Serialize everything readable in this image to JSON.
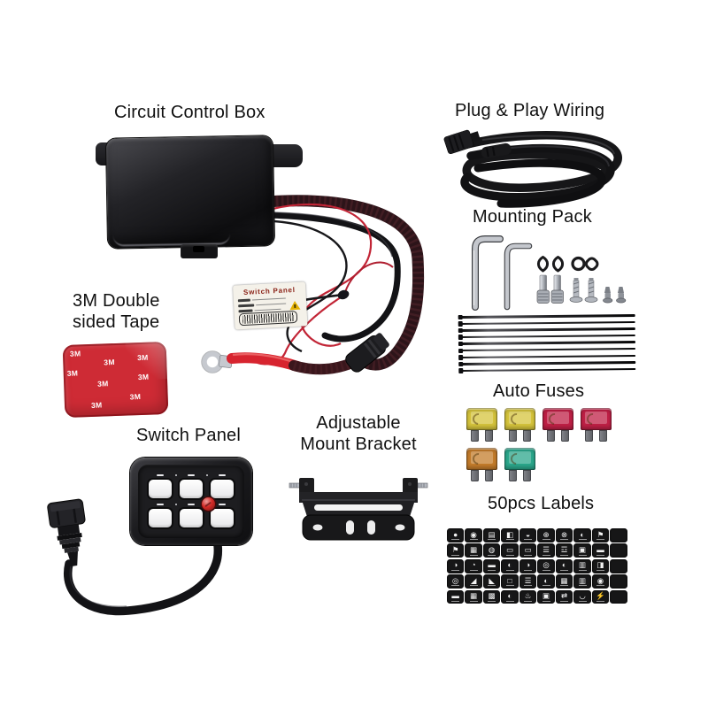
{
  "kit": {
    "control_box": {
      "title": "Circuit Control Box",
      "label_heading": "Switch Panel"
    },
    "wiring": {
      "title": "Plug & Play Wiring"
    },
    "mounting_pack": {
      "title": "Mounting Pack",
      "zip_ties": [
        "",
        "",
        "",
        "",
        "",
        "",
        "",
        "",
        ""
      ]
    },
    "tape": {
      "title_line1": "3M Double",
      "title_line2": "sided Tape",
      "color": "#ce2b35",
      "marks": [
        "3M",
        "3M",
        "3M",
        "3M",
        "3M",
        "3M",
        "3M",
        "3M"
      ]
    },
    "switch_panel": {
      "title": "Switch Panel",
      "power_button_color": "#d42a26"
    },
    "bracket": {
      "title_line1": "Adjustable",
      "title_line2": "Mount Bracket"
    },
    "fuses": {
      "title": "Auto Fuses",
      "row1_colors": [
        "#d5c43c",
        "#d5c43c",
        "#c02046",
        "#c02046"
      ],
      "row2_colors": [
        "#c47c2b",
        "#2ba78c"
      ]
    },
    "labels_kit": {
      "title": "50pcs Labels",
      "cell_glyphs": [
        "●",
        "◉",
        "▤",
        "◧",
        "◒",
        "⊕",
        "⊗",
        "◐",
        "⚑",
        "",
        "⚑",
        "▦",
        "◍",
        "▭",
        "▭",
        "☰",
        "☲",
        "▣",
        "▬",
        "",
        "◑",
        "◔",
        "▬",
        "◐",
        "◑",
        "◎",
        "◐",
        "▥",
        "◨",
        "",
        "◎",
        "◢",
        "◣",
        "□",
        "☰",
        "◐",
        "▦",
        "▥",
        "◉",
        "",
        "▬",
        "▦",
        "▩",
        "◐",
        "♨",
        "▣",
        "⇄",
        "◡",
        "⚡",
        ""
      ]
    }
  }
}
